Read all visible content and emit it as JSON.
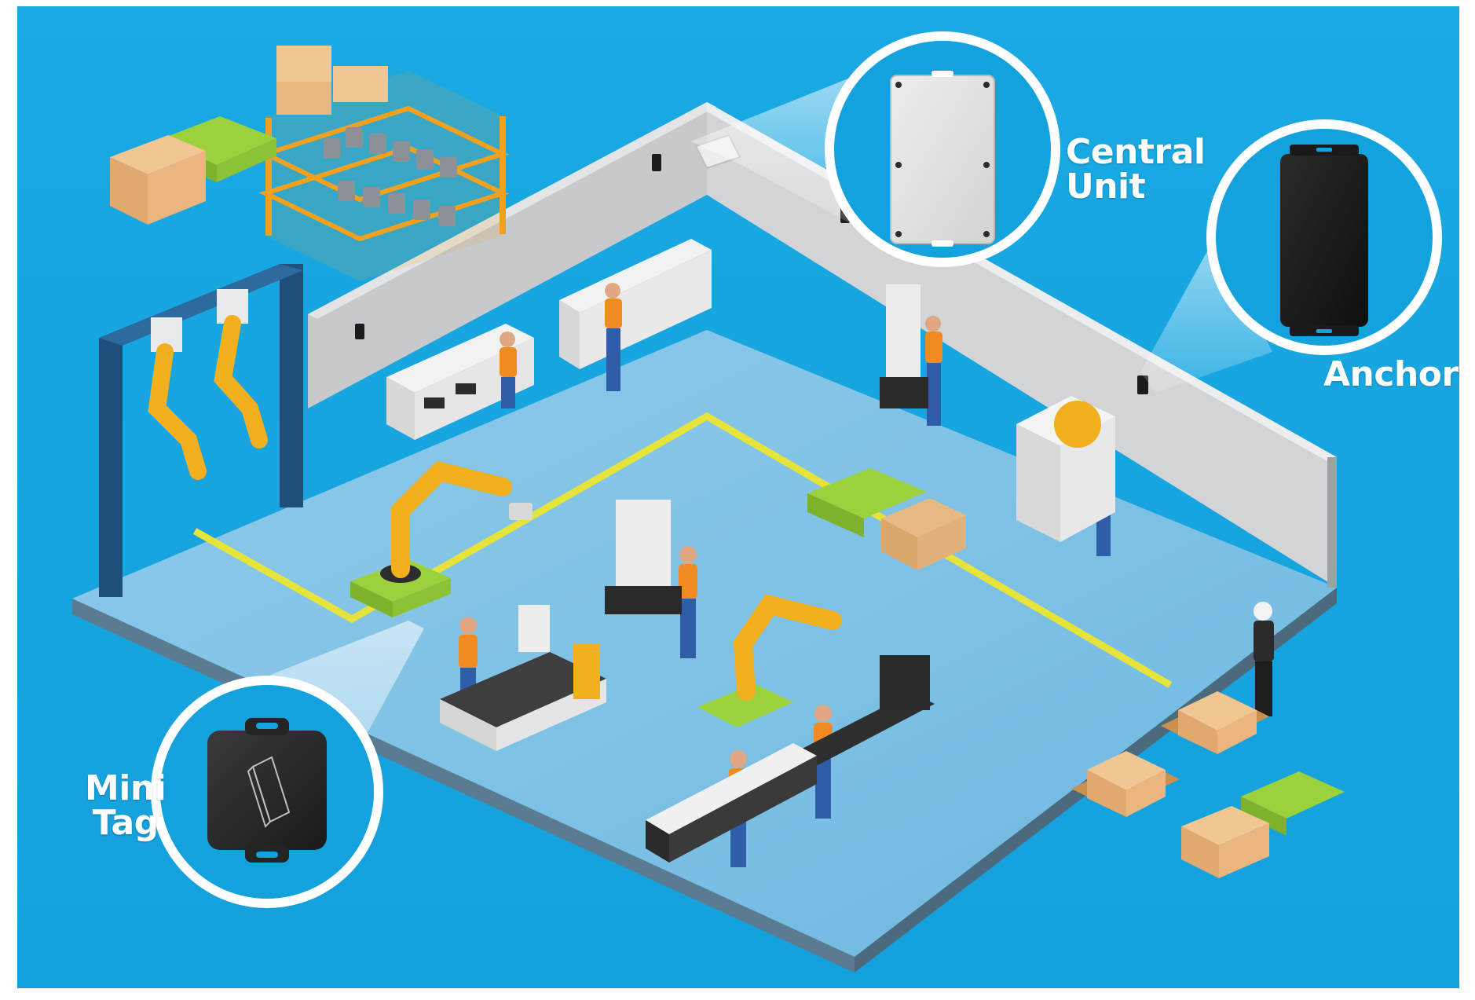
{
  "colors": {
    "background": "#17A6E1",
    "floor": "#7FC4E6",
    "floor_edge": "#5C7E94",
    "wall": "#C9CBCE",
    "wall_side": "#A9ACB0",
    "safety_line": "#E8E63A",
    "callout_ring": "#FFFFFF",
    "callout_fill": "#14A2DE",
    "worker_shirt": "#F08A23",
    "worker_pants": "#2F5DA8",
    "robot_arm": "#F2B01E",
    "agv": "#9BD13C",
    "box": "#E7B983",
    "gantry": "#1F4E7A",
    "label_text": "#FFFFFF"
  },
  "callouts": {
    "central_unit": {
      "line1": "Central",
      "line2": "Unit",
      "device_color": "#E4E4E2",
      "icon": "central-unit-device-icon"
    },
    "anchor": {
      "label": "Anchor",
      "device_color": "#1B1B1B",
      "icon": "anchor-device-icon"
    },
    "mini_tag": {
      "line1": "Mini",
      "line2": "Tag",
      "device_color": "#2A2A2A",
      "icon": "mini-tag-device-icon"
    }
  },
  "scene_elements": [
    "warehouse-shelf-icon",
    "agv-cart-icon",
    "gantry-robot-icon",
    "robot-arm-icon",
    "worker-icon",
    "cnc-machine-icon",
    "drill-press-icon",
    "conveyor-icon",
    "pallet-boxes-icon",
    "supervisor-icon",
    "wall-anchor-icon"
  ]
}
